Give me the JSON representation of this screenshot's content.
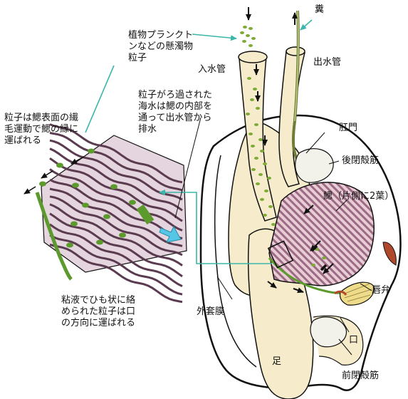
{
  "labels": {
    "feces": "糞",
    "plankton": "植物プランクトンなどの懸濁物粒子",
    "inhalant": "入水管",
    "exhalant": "出水管",
    "ciliary": "粒子は鰓表面の繊毛運動で鰓の縁に運ばれる",
    "filtered": "粒子がろ過された海水は鰓の内部を通って出水管から排水",
    "anus": "肛門",
    "posterior_muscle": "後閉殻筋",
    "gill": "鰓（片側に2葉）",
    "mucus": "粘液でひも状に絡められた粒子は口の方向に運ばれる",
    "mantle": "外套膜",
    "palp": "唇弁",
    "mouth": "口",
    "foot": "足",
    "anterior_muscle": "前閉殻筋"
  },
  "colors": {
    "arrow_teal": "#3ab7a8",
    "particle_green": "#7dab35",
    "body_cream": "#f6eccb",
    "gill_pink": "#d9b7c0",
    "gill_purple": "#8a5a78",
    "cilia_dark": "#5b3b50",
    "edge_green": "#5d9a2d",
    "palp_yellow": "#efdc8a",
    "mantle_brown": "#b0492b",
    "water_cyan": "#55c7e5"
  }
}
